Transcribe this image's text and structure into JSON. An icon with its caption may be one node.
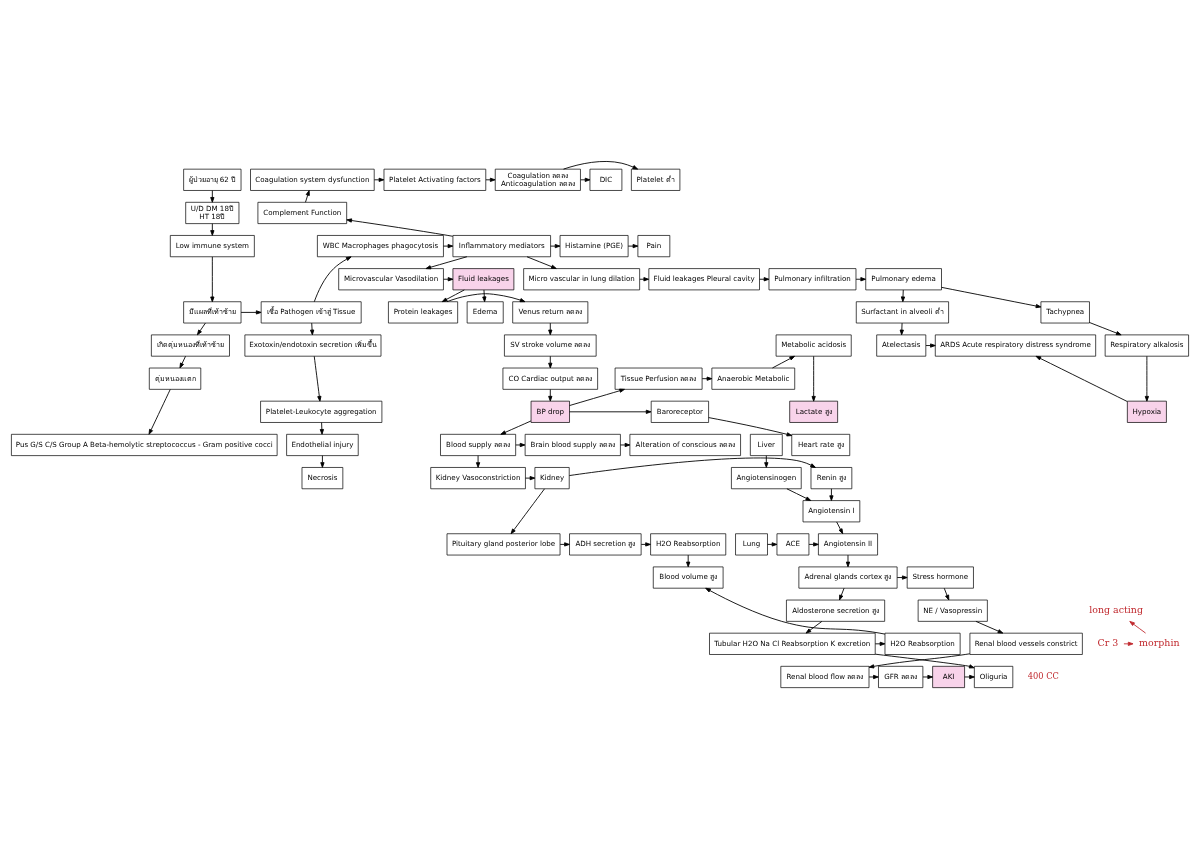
{
  "diagram": {
    "nodes": [
      {
        "text": [
          "ผู้ป่วยอายุ 62 ปี"
        ]
      },
      {
        "text": [
          "U/D DM 18ปี",
          "HT 18ปี"
        ]
      },
      {
        "text": [
          "Low immune system"
        ]
      },
      {
        "text": [
          "มีแผลที่เท้าซ้าย"
        ]
      },
      {
        "text": [
          "เกิดตุ่มหนองที่เท้าซ้าย"
        ]
      },
      {
        "text": [
          "ตุ่มหนองแตก"
        ]
      },
      {
        "text": [
          "Pus G/S C/S Group A Beta-hemolytic streptococcus - Gram positive cocci"
        ]
      },
      {
        "text": [
          "เชื้อ Pathogen เข้าสู่ Tissue"
        ]
      },
      {
        "text": [
          "WBC Macrophages phagocytosis"
        ]
      },
      {
        "text": [
          "Exotoxin/endotoxin secretion เพิ่มขึ้น"
        ]
      },
      {
        "text": [
          "Platelet-Leukocyte aggregation"
        ]
      },
      {
        "text": [
          "Endothelial injury"
        ]
      },
      {
        "text": [
          "Necrosis"
        ]
      },
      {
        "text": [
          "Inflammatory mediators"
        ]
      },
      {
        "text": [
          "Complement Function"
        ]
      },
      {
        "text": [
          "Coagulation system dysfunction"
        ]
      },
      {
        "text": [
          "Platelet Activating factors"
        ]
      },
      {
        "text": [
          "Coagulation ลดลง",
          "Anticoagulation ลดลง"
        ]
      },
      {
        "text": [
          "Platelet ต่ำ"
        ]
      },
      {
        "text": [
          "DIC"
        ]
      },
      {
        "text": [
          "Histamine (PGE)"
        ]
      },
      {
        "text": [
          "Pain"
        ]
      },
      {
        "text": [
          "Microvascular Vasodilation"
        ]
      },
      {
        "text": [
          "Fluid leakages"
        ]
      },
      {
        "text": [
          "Edema"
        ]
      },
      {
        "text": [
          "Micro vascular in lung dilation"
        ]
      },
      {
        "text": [
          "Fluid leakages Pleural cavity"
        ]
      },
      {
        "text": [
          "Pulmonary infiltration"
        ]
      },
      {
        "text": [
          "Pulmonary edema"
        ]
      },
      {
        "text": [
          "Surfactant in alveoli ต่ำ"
        ]
      },
      {
        "text": [
          "Tachypnea"
        ]
      },
      {
        "text": [
          "Atelectasis"
        ]
      },
      {
        "text": [
          "ARDS Acute respiratory distress syndrome"
        ]
      },
      {
        "text": [
          "Respiratory alkalosis"
        ]
      },
      {
        "text": [
          "Hypoxia"
        ]
      },
      {
        "text": [
          "Protein leakages"
        ]
      },
      {
        "text": [
          "Venus return ลดลง"
        ]
      },
      {
        "text": [
          "SV stroke volume ลดลง"
        ]
      },
      {
        "text": [
          "CO Cardiac output ลดลง"
        ]
      },
      {
        "text": [
          "BP drop"
        ]
      },
      {
        "text": [
          "Tissue Perfusion ลดลง"
        ]
      },
      {
        "text": [
          "Anaerobic Metabolic"
        ]
      },
      {
        "text": [
          "Metabolic acidosis"
        ]
      },
      {
        "text": [
          "Lactate สูง"
        ]
      },
      {
        "text": [
          "Baroreceptor"
        ]
      },
      {
        "text": [
          "Heart rate สูง"
        ]
      },
      {
        "text": [
          "Blood supply ลดลง"
        ]
      },
      {
        "text": [
          "Brain blood supply ลดลง"
        ]
      },
      {
        "text": [
          "Alteration of conscious ลดลง"
        ]
      },
      {
        "text": [
          "Kidney Vasoconstriction"
        ]
      },
      {
        "text": [
          "Kidney"
        ]
      },
      {
        "text": [
          "Renin สูง"
        ]
      },
      {
        "text": [
          "Liver"
        ]
      },
      {
        "text": [
          "Angiotensinogen"
        ]
      },
      {
        "text": [
          "Angiotensin I"
        ]
      },
      {
        "text": [
          "Lung"
        ]
      },
      {
        "text": [
          "ACE"
        ]
      },
      {
        "text": [
          "Angiotensin II"
        ]
      },
      {
        "text": [
          "Pituitary gland posterior lobe"
        ]
      },
      {
        "text": [
          "ADH secretion สูง"
        ]
      },
      {
        "text": [
          "H2O Reabsorption"
        ]
      },
      {
        "text": [
          "Blood volume สูง"
        ]
      },
      {
        "text": [
          "Adrenal glands cortex สูง"
        ]
      },
      {
        "text": [
          "Stress hormone"
        ]
      },
      {
        "text": [
          "NE / Vasopressin"
        ]
      },
      {
        "text": [
          "Aldosterone secretion สูง"
        ]
      },
      {
        "text": [
          "Tubular H2O Na Cl Reabsorption K excretion"
        ]
      },
      {
        "text": [
          "H2O Reabsorption"
        ]
      },
      {
        "text": [
          "Renal blood vessels constrict"
        ]
      },
      {
        "text": [
          "Renal blood flow ลดลง"
        ]
      },
      {
        "text": [
          "GFR ลดลง"
        ]
      },
      {
        "text": [
          "AKI"
        ]
      },
      {
        "text": [
          "Oliguria"
        ],
        "beside": [
          "400 CC"
        ]
      },
      {
        "text": [
          "Cr 3"
        ]
      },
      {
        "text": [
          "morphin"
        ]
      },
      {
        "text": [
          "long acting"
        ]
      }
    ],
    "edges": [
      {
        "from": 0,
        "to": 1,
        "arrow": "to"
      },
      {
        "from": 1,
        "to": 2,
        "arrow": "to"
      },
      {
        "from": 2,
        "to": 3,
        "arrow": "to"
      },
      {
        "from": 3,
        "to": 4,
        "arrow": "to"
      },
      {
        "from": 4,
        "to": 5,
        "arrow": "to"
      },
      {
        "from": 5,
        "to": 6,
        "arrow": "to"
      },
      {
        "from": 3,
        "to": 7,
        "arrow": "to"
      },
      {
        "from": 7,
        "to": 8,
        "arrow": "to"
      },
      {
        "from": 7,
        "to": 9,
        "arrow": "to"
      },
      {
        "from": 9,
        "to": 10,
        "arrow": "to"
      },
      {
        "from": 10,
        "to": 11,
        "arrow": "to"
      },
      {
        "from": 11,
        "to": 12,
        "arrow": "to"
      },
      {
        "from": 8,
        "to": 13,
        "arrow": "to"
      },
      {
        "from": 13,
        "to": 14,
        "arrow": "to"
      },
      {
        "from": 14,
        "to": 15,
        "arrow": "to"
      },
      {
        "from": 15,
        "to": 16,
        "arrow": "to"
      },
      {
        "from": 16,
        "to": 17,
        "arrow": "to"
      },
      {
        "from": 17,
        "to": 18,
        "arrow": "to"
      },
      {
        "from": 17,
        "to": 19,
        "arrow": "to"
      },
      {
        "from": 13,
        "to": 20,
        "arrow": "to"
      },
      {
        "from": 20,
        "to": 21,
        "arrow": "to"
      },
      {
        "from": 13,
        "to": 22,
        "arrow": "to"
      },
      {
        "from": 13,
        "to": 25,
        "arrow": "to"
      },
      {
        "from": 22,
        "to": 23,
        "arrow": "to"
      },
      {
        "from": 23,
        "to": 24,
        "arrow": "to"
      },
      {
        "from": 23,
        "to": 35,
        "arrow": "to"
      },
      {
        "from": 25,
        "to": 26,
        "arrow": "to"
      },
      {
        "from": 26,
        "to": 27,
        "arrow": "to"
      },
      {
        "from": 27,
        "to": 28,
        "arrow": "to"
      },
      {
        "from": 28,
        "to": 29,
        "arrow": "to"
      },
      {
        "from": 28,
        "to": 30,
        "arrow": "to"
      },
      {
        "from": 29,
        "to": 31,
        "arrow": "to"
      },
      {
        "from": 31,
        "to": 32,
        "arrow": "to"
      },
      {
        "from": 30,
        "to": 33,
        "arrow": "to"
      },
      {
        "from": 33,
        "to": 34,
        "arrow": "to"
      },
      {
        "from": 34,
        "to": 32,
        "arrow": "to"
      },
      {
        "from": 35,
        "to": 36,
        "arrow": "to"
      },
      {
        "from": 36,
        "to": 37,
        "arrow": "to"
      },
      {
        "from": 37,
        "to": 38,
        "arrow": "to"
      },
      {
        "from": 38,
        "to": 39,
        "arrow": "to"
      },
      {
        "from": 39,
        "to": 40,
        "arrow": "to"
      },
      {
        "from": 40,
        "to": 41,
        "arrow": "to"
      },
      {
        "from": 41,
        "to": 42,
        "arrow": "to"
      },
      {
        "from": 42,
        "to": 43,
        "arrow": "to"
      },
      {
        "from": 39,
        "to": 44,
        "arrow": "to"
      },
      {
        "from": 44,
        "to": 45,
        "arrow": "to"
      },
      {
        "from": 39,
        "to": 46,
        "arrow": "to"
      },
      {
        "from": 46,
        "to": 47,
        "arrow": "to"
      },
      {
        "from": 47,
        "to": 48,
        "arrow": "to"
      },
      {
        "from": 46,
        "to": 49,
        "arrow": "to"
      },
      {
        "from": 49,
        "to": 50,
        "arrow": "to"
      },
      {
        "from": 50,
        "to": 51,
        "arrow": "to"
      },
      {
        "from": 51,
        "to": 54,
        "arrow": "to"
      },
      {
        "from": 52,
        "to": 53,
        "arrow": "to"
      },
      {
        "from": 53,
        "to": 54,
        "arrow": "to"
      },
      {
        "from": 54,
        "to": 57,
        "arrow": "to"
      },
      {
        "from": 55,
        "to": 56,
        "arrow": "to"
      },
      {
        "from": 56,
        "to": 57,
        "arrow": "to"
      },
      {
        "from": 50,
        "to": 58,
        "arrow": "to"
      },
      {
        "from": 58,
        "to": 59,
        "arrow": "to"
      },
      {
        "from": 59,
        "to": 60,
        "arrow": "to"
      },
      {
        "from": 60,
        "to": 61,
        "arrow": "to"
      },
      {
        "from": 57,
        "to": 62,
        "arrow": "to"
      },
      {
        "from": 62,
        "to": 63,
        "arrow": "to"
      },
      {
        "from": 63,
        "to": 64,
        "arrow": "to"
      },
      {
        "from": 64,
        "to": 68,
        "arrow": "to"
      },
      {
        "from": 68,
        "to": 69,
        "arrow": "to"
      },
      {
        "from": 69,
        "to": 70,
        "arrow": "to"
      },
      {
        "from": 70,
        "to": 71,
        "arrow": "to"
      },
      {
        "from": 71,
        "to": 72,
        "arrow": "to"
      },
      {
        "from": 62,
        "to": 65,
        "arrow": "to"
      },
      {
        "from": 65,
        "to": 66,
        "arrow": "to"
      },
      {
        "from": 66,
        "to": 72,
        "arrow": "to"
      },
      {
        "from": 66,
        "to": 67,
        "arrow": "to"
      },
      {
        "from": 67,
        "to": 61,
        "arrow": "to"
      },
      {
        "from": 73,
        "to": 74,
        "arrow": "to",
        "color": "#c0282d"
      },
      {
        "from": 74,
        "to": 75,
        "arrow": "to",
        "color": "#c0282d"
      }
    ]
  }
}
